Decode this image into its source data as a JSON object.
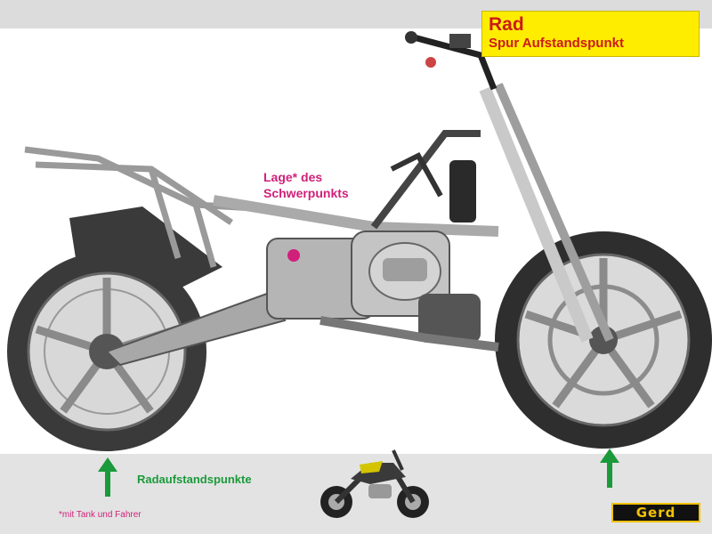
{
  "title": {
    "main": "Rad",
    "sub": "Spur Aufstandspunkt"
  },
  "center_of_gravity": {
    "line1": "Lage* des",
    "line2": "Schwerpunkts"
  },
  "contact_points_label": "Radaufstandspunkte",
  "footnote": "*mit Tank und Fahrer",
  "logo_text": "Gerd",
  "colors": {
    "title_bg": "#ffed00",
    "title_text": "#cc1a1a",
    "accent_magenta": "#d0207a",
    "arrow_green": "#1a9a3a"
  }
}
